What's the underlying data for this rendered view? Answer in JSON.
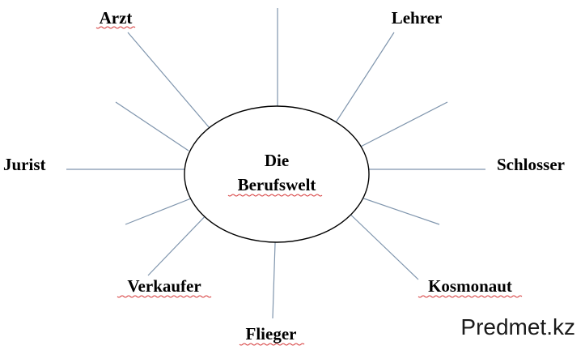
{
  "center": {
    "line1": "Die",
    "line2": "Berufswelt"
  },
  "labels": {
    "arzt": "Arzt",
    "lehrer": "Lehrer",
    "jurist": "Jurist",
    "schlosser": "Schlosser",
    "verkaufer": "Verkaufer",
    "kosmonaut": "Kosmonaut",
    "flieger": "Flieger"
  },
  "watermark": "Predmet.kz",
  "colors": {
    "ray": "#7f95ad",
    "spellcheck": "#d63a3a"
  }
}
